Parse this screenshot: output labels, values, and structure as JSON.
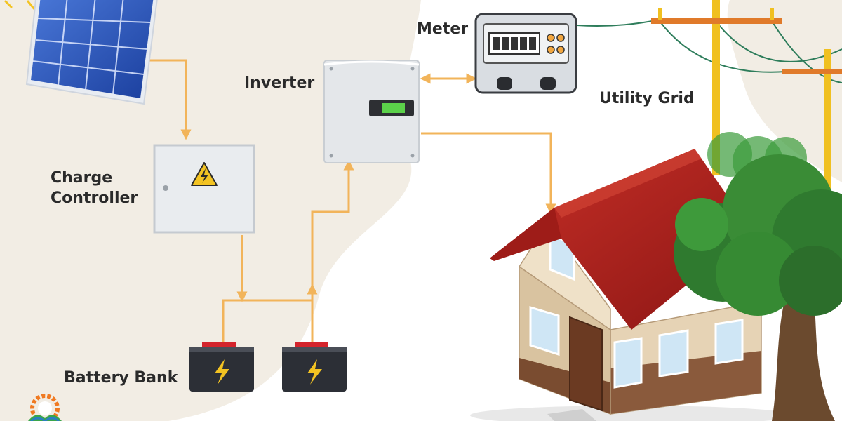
{
  "diagram": {
    "labels": {
      "meter": "Meter",
      "inverter": "Inverter",
      "utility_grid": "Utility Grid",
      "charge_controller_line1": "Charge",
      "charge_controller_line2": "Controller",
      "battery_bank": "Battery Bank"
    },
    "components": [
      "solar-panel",
      "charge-controller",
      "inverter",
      "meter",
      "utility-grid",
      "battery-bank",
      "house",
      "tree",
      "logo"
    ],
    "colors": {
      "flow_line": "#f2b45a",
      "background_blob": "#f2ede4",
      "pole": "#f0c020",
      "crossarm": "#e07a2a",
      "roof": "#b6201c",
      "wall": "#e6d3b5",
      "battery": "#2c2f36",
      "battery_terminal": "#d4242c",
      "bolt": "#f3c322"
    }
  }
}
